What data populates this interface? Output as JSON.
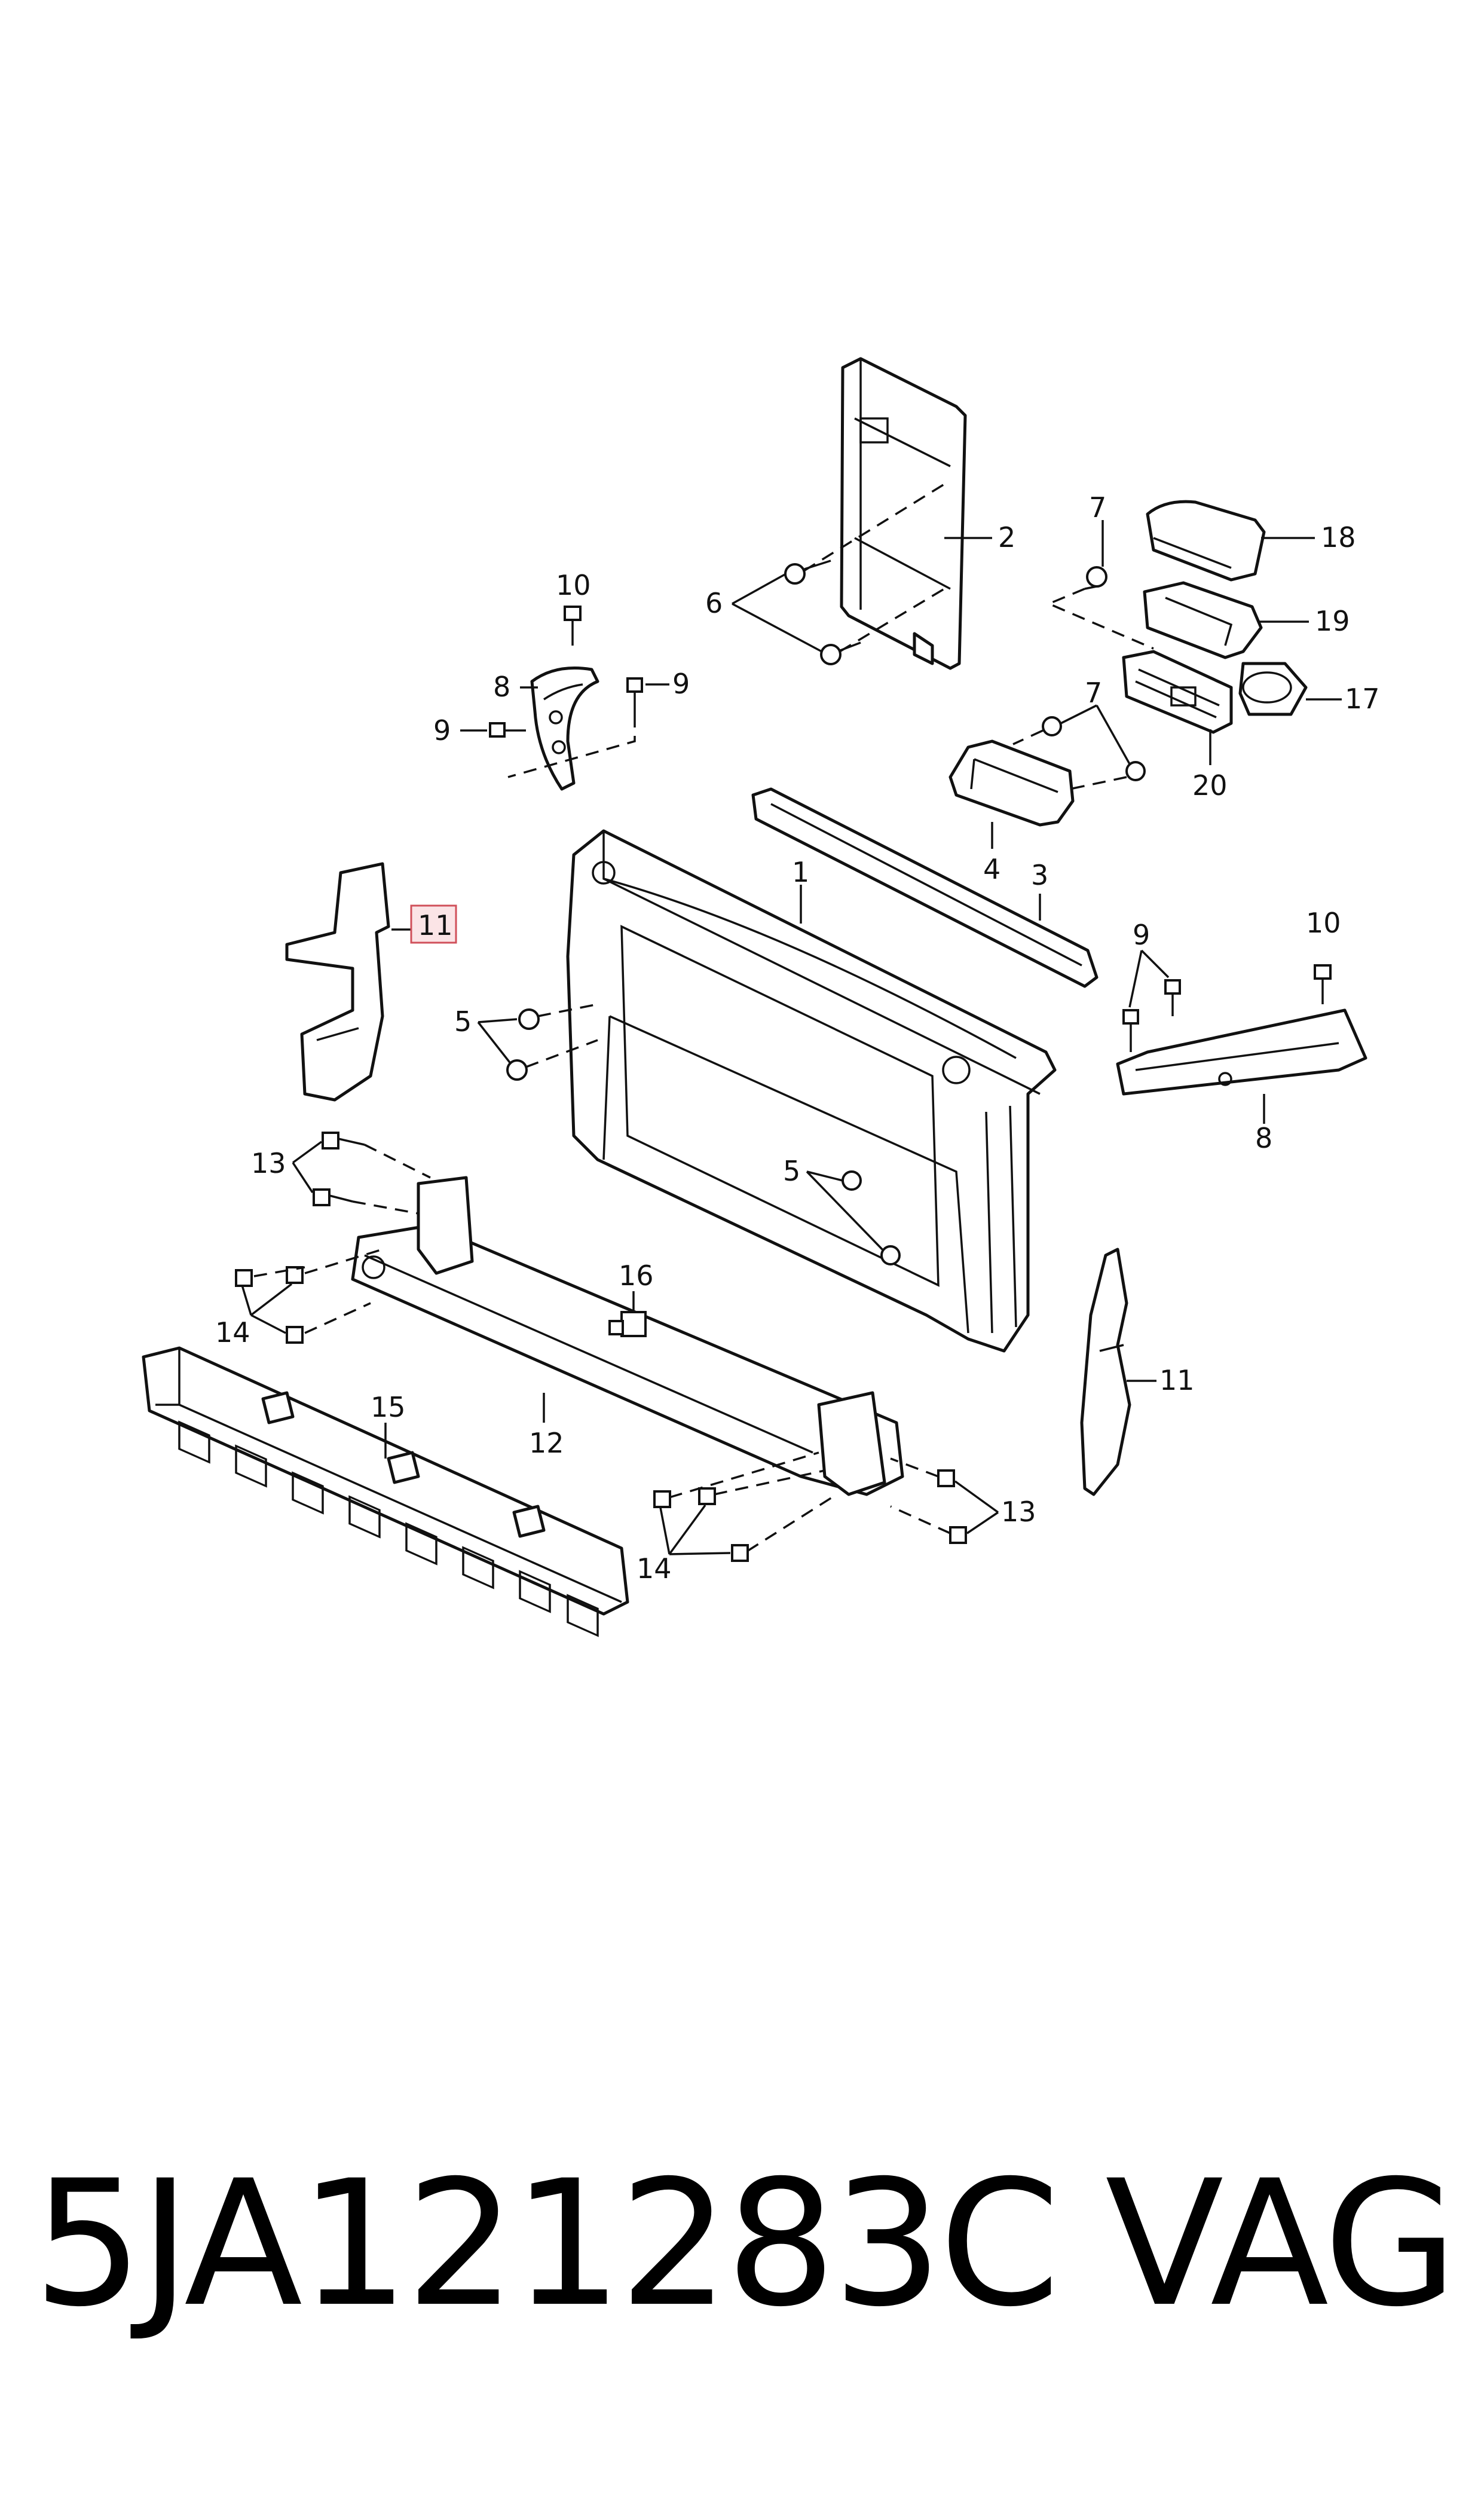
{
  "diagram": {
    "callouts": {
      "c1": "1",
      "c2": "2",
      "c3": "3",
      "c4": "4",
      "c5a": "5",
      "c5b": "5",
      "c6": "6",
      "c7a": "7",
      "c7b": "7",
      "c8a": "8",
      "c8b": "8",
      "c9a": "9",
      "c9b": "9",
      "c9c": "9",
      "c10a": "10",
      "c10b": "10",
      "c11a": "11",
      "c11b": "11",
      "c12": "12",
      "c13a": "13",
      "c13b": "13",
      "c14a": "14",
      "c14b": "14",
      "c15": "15",
      "c16": "16",
      "c17": "17",
      "c18": "18",
      "c19": "19",
      "c20": "20"
    },
    "highlighted_callout": "c11a",
    "highlight_color": "#fbe4e6",
    "highlight_border_color": "#d0505a"
  },
  "footer": {
    "part_number": "5JA121283C",
    "brand": "VAG"
  }
}
